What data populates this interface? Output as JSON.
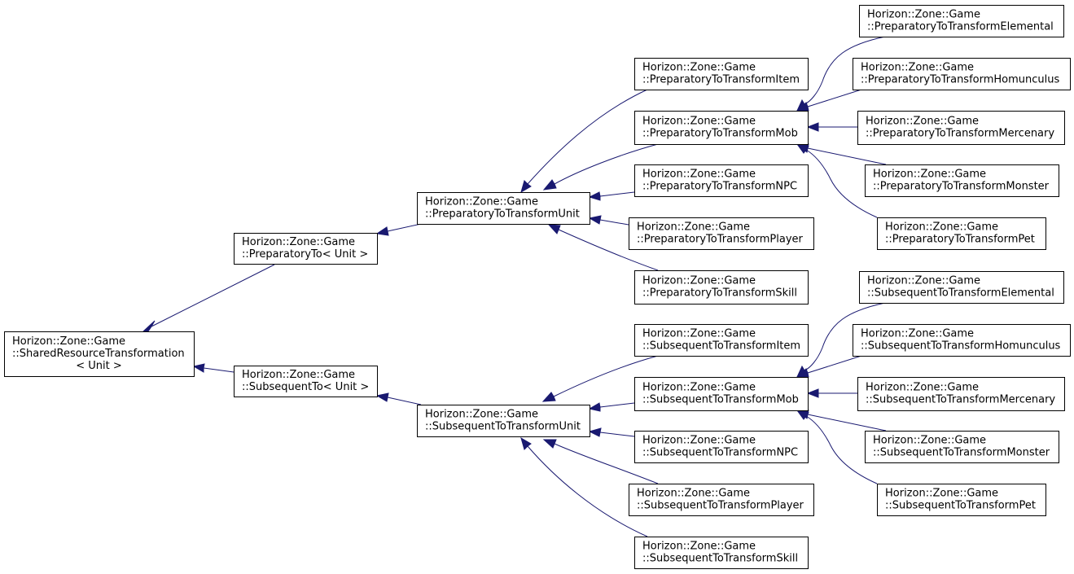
{
  "diagram": {
    "type": "class-inheritance-graph",
    "colors": {
      "edge": "#191970",
      "node_border": "#000000",
      "node_fill": "#ffffff"
    },
    "nodes": {
      "shared": [
        "Horizon::Zone::Game",
        "::SharedResourceTransformation",
        "< Unit >"
      ],
      "prep_to": [
        "Horizon::Zone::Game",
        "::PreparatoryTo< Unit >"
      ],
      "subs_to": [
        "Horizon::Zone::Game",
        "::SubsequentTo< Unit >"
      ],
      "prep_unit": [
        "Horizon::Zone::Game",
        "::PreparatoryToTransformUnit"
      ],
      "subs_unit": [
        "Horizon::Zone::Game",
        "::SubsequentToTransformUnit"
      ],
      "prep_item": [
        "Horizon::Zone::Game",
        "::PreparatoryToTransformItem"
      ],
      "prep_mob": [
        "Horizon::Zone::Game",
        "::PreparatoryToTransformMob"
      ],
      "prep_npc": [
        "Horizon::Zone::Game",
        "::PreparatoryToTransformNPC"
      ],
      "prep_player": [
        "Horizon::Zone::Game",
        "::PreparatoryToTransformPlayer"
      ],
      "prep_skill": [
        "Horizon::Zone::Game",
        "::PreparatoryToTransformSkill"
      ],
      "prep_elemental": [
        "Horizon::Zone::Game",
        "::PreparatoryToTransformElemental"
      ],
      "prep_homunculus": [
        "Horizon::Zone::Game",
        "::PreparatoryToTransformHomunculus"
      ],
      "prep_mercenary": [
        "Horizon::Zone::Game",
        "::PreparatoryToTransformMercenary"
      ],
      "prep_monster": [
        "Horizon::Zone::Game",
        "::PreparatoryToTransformMonster"
      ],
      "prep_pet": [
        "Horizon::Zone::Game",
        "::PreparatoryToTransformPet"
      ],
      "subs_item": [
        "Horizon::Zone::Game",
        "::SubsequentToTransformItem"
      ],
      "subs_mob": [
        "Horizon::Zone::Game",
        "::SubsequentToTransformMob"
      ],
      "subs_npc": [
        "Horizon::Zone::Game",
        "::SubsequentToTransformNPC"
      ],
      "subs_player": [
        "Horizon::Zone::Game",
        "::SubsequentToTransformPlayer"
      ],
      "subs_skill": [
        "Horizon::Zone::Game",
        "::SubsequentToTransformSkill"
      ],
      "subs_elemental": [
        "Horizon::Zone::Game",
        "::SubsequentToTransformElemental"
      ],
      "subs_homunculus": [
        "Horizon::Zone::Game",
        "::SubsequentToTransformHomunculus"
      ],
      "subs_mercenary": [
        "Horizon::Zone::Game",
        "::SubsequentToTransformMercenary"
      ],
      "subs_monster": [
        "Horizon::Zone::Game",
        "::SubsequentToTransformMonster"
      ],
      "subs_pet": [
        "Horizon::Zone::Game",
        "::SubsequentToTransformPet"
      ]
    },
    "edges": [
      [
        "shared",
        "prep_to"
      ],
      [
        "shared",
        "subs_to"
      ],
      [
        "prep_to",
        "prep_unit"
      ],
      [
        "subs_to",
        "subs_unit"
      ],
      [
        "prep_unit",
        "prep_item"
      ],
      [
        "prep_unit",
        "prep_mob"
      ],
      [
        "prep_unit",
        "prep_npc"
      ],
      [
        "prep_unit",
        "prep_player"
      ],
      [
        "prep_unit",
        "prep_skill"
      ],
      [
        "prep_mob",
        "prep_elemental"
      ],
      [
        "prep_mob",
        "prep_homunculus"
      ],
      [
        "prep_mob",
        "prep_mercenary"
      ],
      [
        "prep_mob",
        "prep_monster"
      ],
      [
        "prep_mob",
        "prep_pet"
      ],
      [
        "subs_unit",
        "subs_item"
      ],
      [
        "subs_unit",
        "subs_mob"
      ],
      [
        "subs_unit",
        "subs_npc"
      ],
      [
        "subs_unit",
        "subs_player"
      ],
      [
        "subs_unit",
        "subs_skill"
      ],
      [
        "subs_mob",
        "subs_elemental"
      ],
      [
        "subs_mob",
        "subs_homunculus"
      ],
      [
        "subs_mob",
        "subs_mercenary"
      ],
      [
        "subs_mob",
        "subs_monster"
      ],
      [
        "subs_mob",
        "subs_pet"
      ]
    ]
  }
}
